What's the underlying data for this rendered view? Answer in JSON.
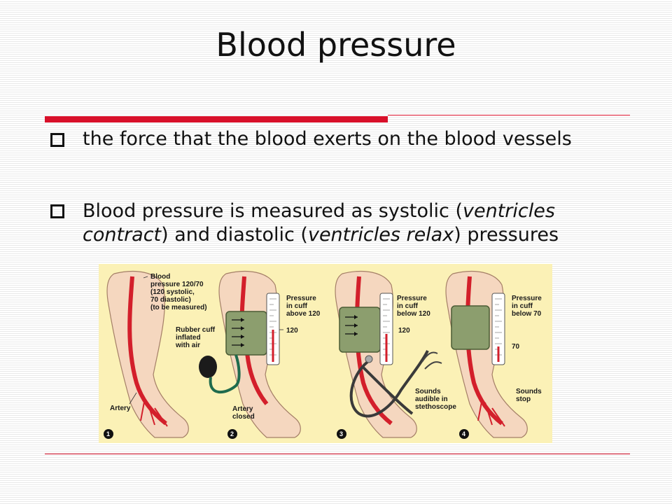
{
  "slide": {
    "title": "Blood pressure",
    "bullets": [
      {
        "text": "the force that the blood exerts on the blood vessels"
      },
      {
        "t1": "Blood pressure is measured as systolic (",
        "i1": "ventricles contract",
        "t2": ") and diastolic (",
        "i2": "ventricles relax",
        "t3": ") pressures"
      }
    ]
  },
  "figure": {
    "panel1": {
      "bp_lines": [
        "Blood",
        "pressure 120/70",
        "(120 systolic,",
        "70 diastolic)",
        "(to be measured)"
      ],
      "artery": "Artery",
      "number": "1"
    },
    "panel2": {
      "cuff_lines": [
        "Rubber cuff",
        "inflated",
        "with air"
      ],
      "pressure_lines": [
        "Pressure",
        "in cuff",
        "above 120"
      ],
      "tick": "120",
      "closed_lines": [
        "Artery",
        "closed"
      ],
      "number": "2"
    },
    "panel3": {
      "pressure_lines": [
        "Pressure",
        "in cuff",
        "below 120"
      ],
      "tick": "120",
      "sound_lines": [
        "Sounds",
        "audible in",
        "stethoscope"
      ],
      "number": "3"
    },
    "panel4": {
      "pressure_lines": [
        "Pressure",
        "in cuff",
        "below 70"
      ],
      "tick": "70",
      "sound_lines": [
        "Sounds",
        "stop"
      ],
      "number": "4"
    }
  }
}
